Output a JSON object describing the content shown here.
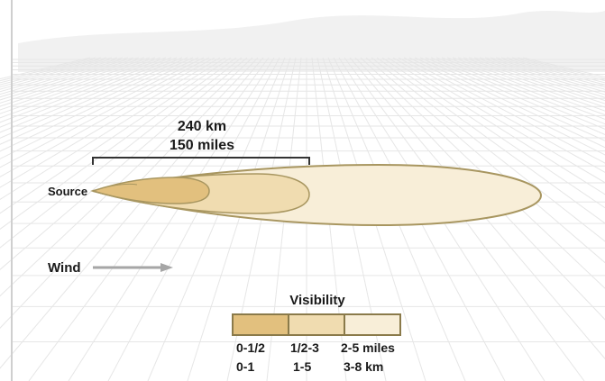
{
  "distance": {
    "km": "240 km",
    "miles": "150 miles"
  },
  "labels": {
    "source": "Source",
    "wind": "Wind"
  },
  "legend": {
    "title": "Visibility",
    "bands": [
      {
        "miles": "0-1/2",
        "km": "0-1",
        "color": "#e2c07e"
      },
      {
        "miles": "1/2-3",
        "km": "1-5",
        "color": "#f0dcb0"
      },
      {
        "miles": "2-5 miles",
        "km": "3-8 km",
        "color": "#f8eed8"
      }
    ]
  },
  "colors": {
    "plume_outline": "#a89660",
    "grid_line": "#e6e6e6",
    "wind_arrow": "#a6a6a6"
  }
}
